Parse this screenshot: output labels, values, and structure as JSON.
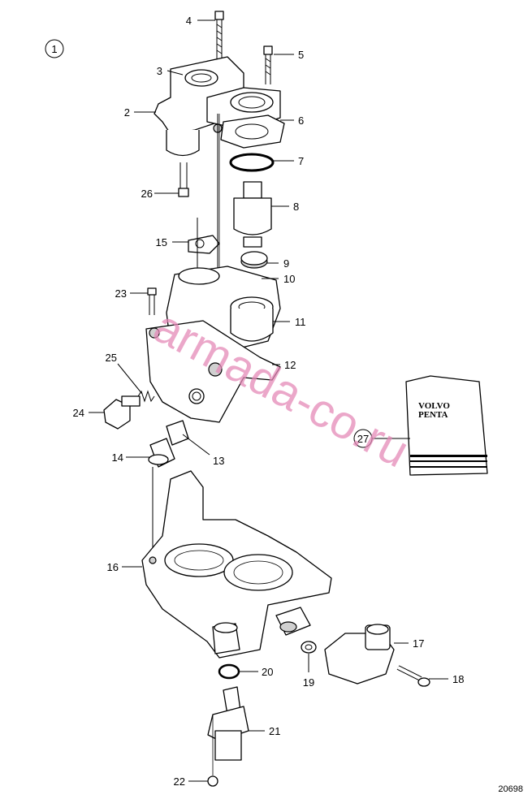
{
  "diagram": {
    "group_label": "1",
    "drawing_number": "20698",
    "watermark": "armada-co.ru",
    "manual": {
      "line1": "VOLVO",
      "line2": "PENTA",
      "callout": "27"
    },
    "callouts": [
      "2",
      "3",
      "4",
      "5",
      "6",
      "7",
      "8",
      "9",
      "10",
      "11",
      "12",
      "13",
      "14",
      "15",
      "16",
      "17",
      "18",
      "19",
      "20",
      "21",
      "22",
      "23",
      "24",
      "25",
      "26"
    ],
    "colors": {
      "ink": "#000000",
      "paper": "#ffffff",
      "watermark": "#e58ab8",
      "shade": "#d0d0d0"
    }
  }
}
